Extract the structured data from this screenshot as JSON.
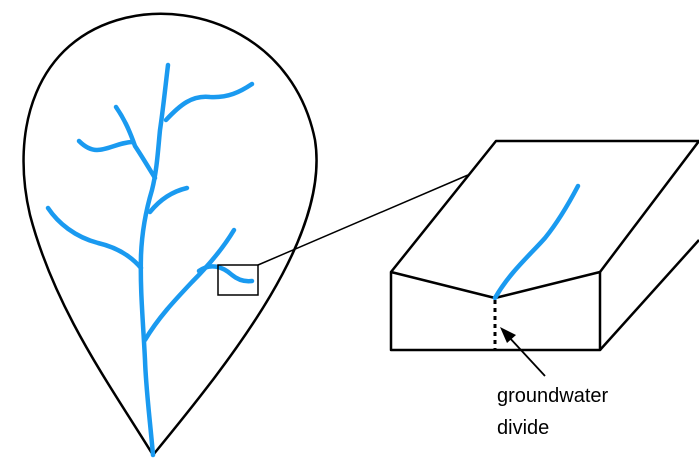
{
  "annotation": {
    "lines": [
      "groundwater",
      "divide"
    ]
  },
  "colors": {
    "stream": "#1a9af0",
    "outline": "#000000",
    "background": "#ffffff"
  },
  "elements": {
    "catchment": "teardrop-shaped drainage basin with branching stream network",
    "inset": "block cross-section of a V-shaped valley with stream channel",
    "divide_marker": "dotted vertical line beneath stream channel"
  }
}
